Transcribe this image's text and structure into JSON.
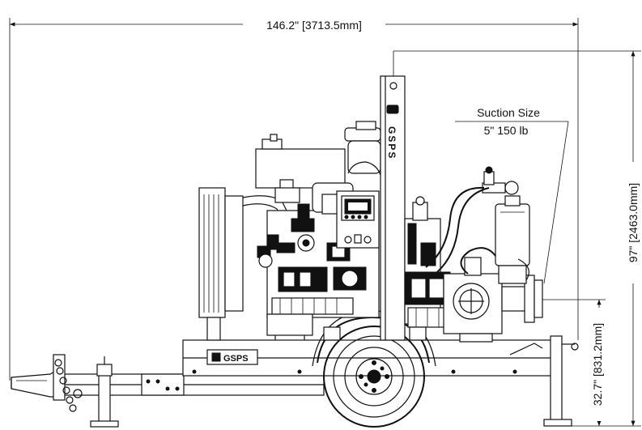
{
  "dimensions": {
    "overall_length": "146.2\" [3713.5mm]",
    "overall_height": "97\" [2463.0mm]",
    "suction_height": "32.7\" [831.2mm]"
  },
  "callout": {
    "title": "Suction Size",
    "value": "5\" 150 lb"
  },
  "branding": {
    "mast_logo": "GSPS",
    "base_logo": "GSPS"
  }
}
